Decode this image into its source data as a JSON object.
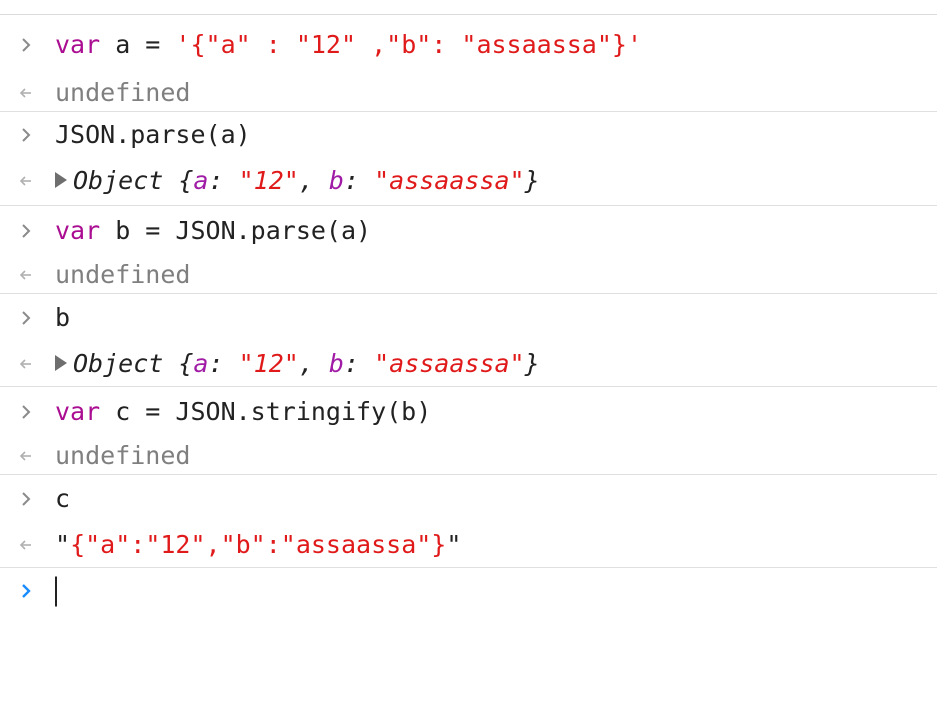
{
  "console": {
    "rows": [
      {
        "kind": "input",
        "keyword": "var",
        "text": " a = ",
        "string": "'{\"a\" : \"12\" ,\"b\": \"assaassa\"}'"
      },
      {
        "kind": "output",
        "text": "undefined"
      },
      {
        "kind": "input",
        "text": "JSON.parse(a)"
      },
      {
        "kind": "output-object",
        "prefix": "Object ",
        "open": "{",
        "k1": "a",
        "colon1": ": ",
        "v1": "\"12\"",
        "sep": ", ",
        "k2": "b",
        "colon2": ": ",
        "v2": "\"assaassa\"",
        "close": "}"
      },
      {
        "kind": "input",
        "keyword": "var",
        "text": " b = JSON.parse(a)"
      },
      {
        "kind": "output",
        "text": "undefined"
      },
      {
        "kind": "input",
        "text": "b"
      },
      {
        "kind": "output-object",
        "prefix": "Object ",
        "open": "{",
        "k1": "a",
        "colon1": ": ",
        "v1": "\"12\"",
        "sep": ", ",
        "k2": "b",
        "colon2": ": ",
        "v2": "\"assaassa\"",
        "close": "}"
      },
      {
        "kind": "input",
        "keyword": "var",
        "text": " c = JSON.stringify(b)"
      },
      {
        "kind": "output",
        "text": "undefined"
      },
      {
        "kind": "input",
        "text": "c"
      },
      {
        "kind": "output-string",
        "q1": "\"",
        "string": "{\"a\":\"12\",\"b\":\"assaassa\"}",
        "q2": "\""
      }
    ],
    "prompt": {
      "value": ""
    }
  },
  "icons": {
    "input_prompt": "chevron-right-icon",
    "output_result": "return-arrow-icon",
    "expand": "disclosure-triangle-icon",
    "active_prompt": "chevron-right-icon"
  },
  "colors": {
    "keyword": "#aa0d91",
    "string": "#e01a1a",
    "object_key": "#a01ca6",
    "undefined": "#7f7f7f",
    "prompt_active": "#1a8cff",
    "gutter_icon": "#8a8a8a"
  }
}
